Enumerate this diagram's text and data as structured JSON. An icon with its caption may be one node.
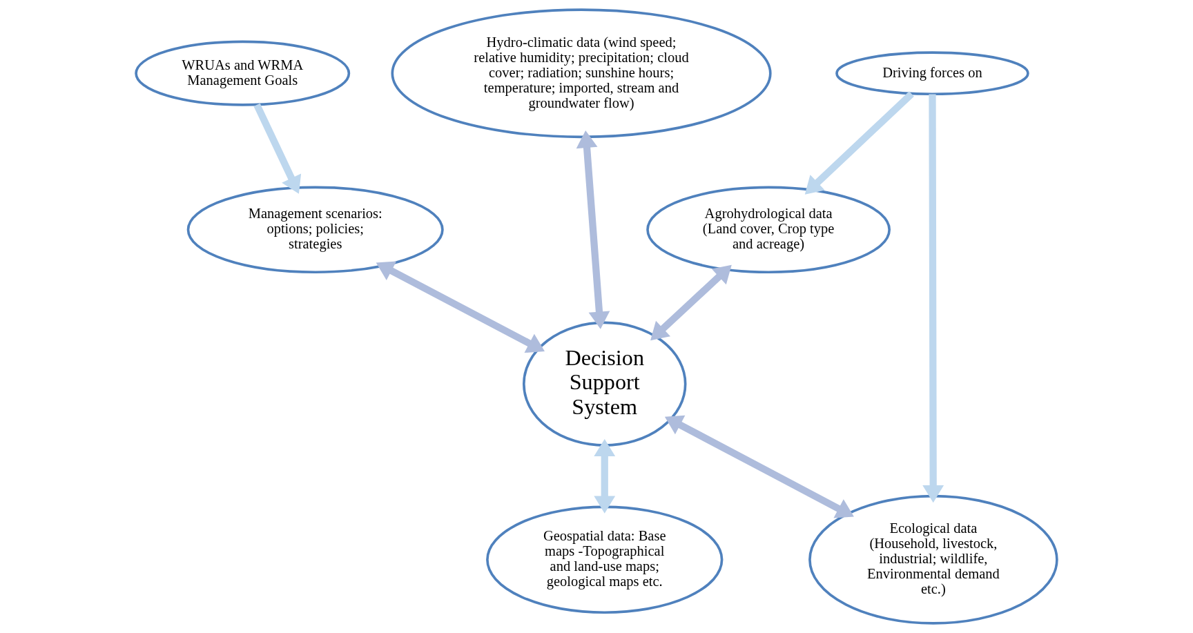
{
  "diagram": {
    "nodes": [
      {
        "text": [
          "WRUAs and WRMA Management Goals"
        ]
      },
      {
        "text": [
          "Hydro-climatic data (wind speed; relative humidity; precipitation; cloud cover; radiation; sunshine hours; temperature; imported, stream and groundwater flow)"
        ]
      },
      {
        "text": [
          "Driving forces on"
        ]
      },
      {
        "text": [
          "Management scenarios: options; policies; strategies"
        ]
      },
      {
        "text": [
          "Agrohydrological data (Land cover, Crop type and acreage)"
        ]
      },
      {
        "text": [
          "Decision Support System"
        ]
      },
      {
        "text": [
          "Geospatial data: Base maps -Topographical and land-use maps; geological maps etc."
        ]
      },
      {
        "text": [
          "Ecological data (Household, livestock, industrial; wildlife, Environmental demand etc.)"
        ]
      }
    ],
    "edges": [
      {
        "from": 0,
        "to": 3,
        "arrow": "to",
        "color": "#bdd7ee"
      },
      {
        "from": 5,
        "to": 1,
        "arrow": "both"
      },
      {
        "from": 2,
        "to": 4,
        "arrow": "to",
        "color": "#bdd7ee"
      },
      {
        "from": 2,
        "to": 7,
        "arrow": "to",
        "color": "#bdd7ee"
      },
      {
        "from": 3,
        "to": 5,
        "arrow": "both"
      },
      {
        "from": 5,
        "to": 4,
        "arrow": "both"
      },
      {
        "from": 6,
        "to": 5,
        "arrow": "both",
        "color": "#bdd7ee"
      },
      {
        "from": 5,
        "to": 7,
        "arrow": "both"
      }
    ]
  }
}
